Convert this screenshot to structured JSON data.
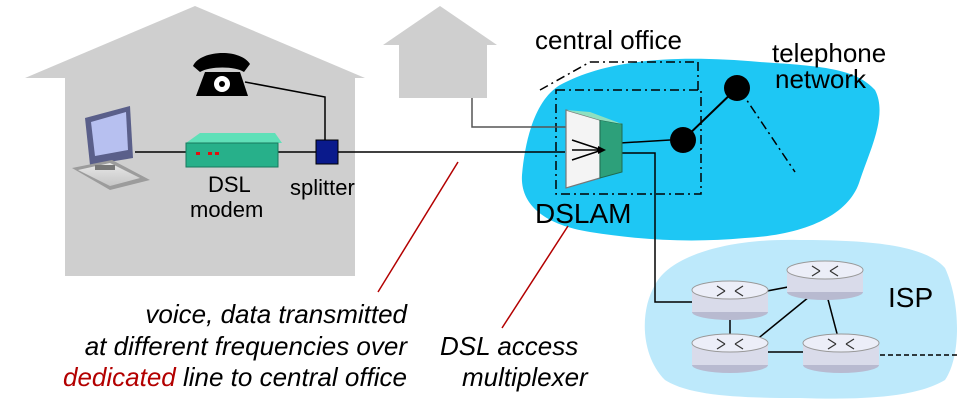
{
  "labels": {
    "dsl_modem_1": "DSL",
    "dsl_modem_2": "modem",
    "splitter": "splitter",
    "central_office": "central office",
    "telephone_1": "telephone",
    "telephone_2": "network",
    "dslam": "DSLAM",
    "isp": "ISP"
  },
  "annotations": {
    "voice_line1": "voice, data transmitted",
    "voice_line2": "at different frequencies over",
    "voice_line3_highlight": "dedicated",
    "voice_line3_rest": " line to central office",
    "dslam_line1": "DSL access",
    "dslam_line2": "multiplexer"
  },
  "colors": {
    "telephone_network_cloud": "#1ec7f4",
    "isp_cloud": "#bde9fb",
    "house": "#cfcfcf",
    "modem": "#27b08a",
    "splitter": "#0a1a8c",
    "highlight_red": "#b30000"
  },
  "icons": [
    "computer-icon",
    "dsl-modem-icon",
    "telephone-icon",
    "splitter-icon",
    "dslam-icon",
    "router-icon"
  ]
}
